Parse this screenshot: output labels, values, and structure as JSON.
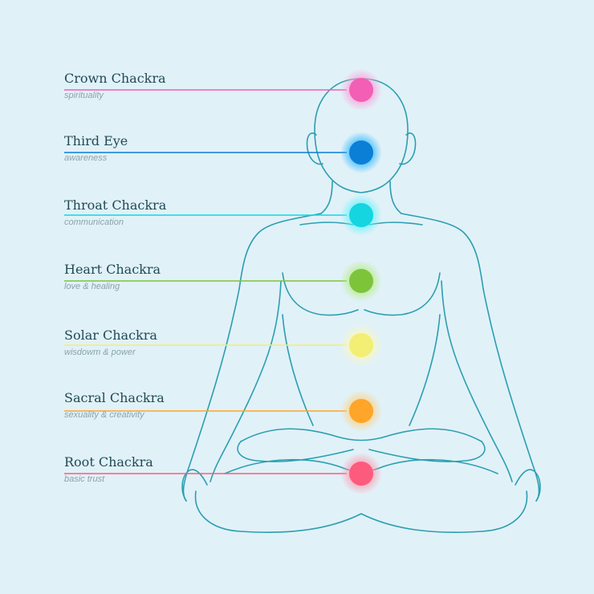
{
  "colors": {
    "background": "#e1f1f8",
    "outline": "#2a9fb0",
    "text": "#1f4a55",
    "subtext": "#8aa3ab"
  },
  "chakras": [
    {
      "name": "Crown Chackra",
      "desc": "spirituality",
      "color": "#f25fb4",
      "glow": "#ff9ad6"
    },
    {
      "name": "Third Eye",
      "desc": "awareness",
      "color": "#0b7fd6",
      "glow": "#29b6ff"
    },
    {
      "name": "Throat Chackra",
      "desc": "communication",
      "color": "#14d5e0",
      "glow": "#5ff3fa"
    },
    {
      "name": "Heart Chackra",
      "desc": "love & healing",
      "color": "#7dc43b",
      "glow": "#b6ec82"
    },
    {
      "name": "Solar Chackra",
      "desc": "wisdowm & power",
      "color": "#f3ee74",
      "glow": "#fbf9b8"
    },
    {
      "name": "Sacral Chackra",
      "desc": "sexuality & creativity",
      "color": "#fea52a",
      "glow": "#ffd07a"
    },
    {
      "name": "Root Chackra",
      "desc": "basic trust",
      "color": "#fd5b7d",
      "glow": "#ff99b0"
    }
  ]
}
